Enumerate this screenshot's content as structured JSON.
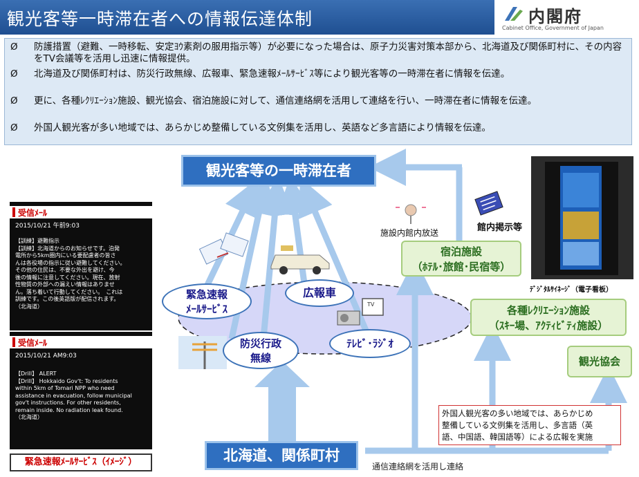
{
  "header": {
    "title": "観光客等一時滞在者への情報伝達体制",
    "logo_jp": "内閣府",
    "logo_en": "Cabinet Office, Government of Japan"
  },
  "bullets": [
    {
      "mark": "Ø",
      "text": "防護措置（避難、一時移転、安定ﾖｳ素剤の服用指示等）が必要になった場合は、原子力災害対策本部から、北海道及び関係町村に、その内容をTV会議等を活用し迅速に情報提供。"
    },
    {
      "mark": "Ø",
      "text": "北海道及び関係町村は、防災行政無線、広報車、緊急速報ﾒｰﾙｻｰﾋﾞｽ等により観光客等の一時滞在者に情報を伝達。"
    },
    {
      "mark": "Ø",
      "text": "更に、各種ﾚｸﾘｴｰｼｮﾝ施設、観光協会、宿泊施設に対して、通信連絡網を活用して連絡を行い、一時滞在者に情報を伝達。"
    },
    {
      "mark": "Ø",
      "text": "外国人観光客が多い地域では、あらかじめ整備している文例集を活用し、英語など多言語により情報を伝達。"
    }
  ],
  "diagram": {
    "target": "観光客等の一時滞在者",
    "source": "北海道、関係町村",
    "source_caption": "通信連絡網を活用し連絡",
    "channels": {
      "mail_line1": "緊急速報",
      "mail_line2": "ﾒｰﾙｻｰﾋﾞｽ",
      "car": "広報車",
      "radio_line1": "防災行政",
      "radio_line2": "無線",
      "tv": "ﾃﾚﾋﾞ･ﾗｼﾞｵ"
    },
    "facility_broadcast": "施設内館内放送",
    "bulletin": "館内掲示等",
    "lodging_line1": "宿泊施設",
    "lodging_line2": "（ﾎﾃﾙ･旅館･民宿等）",
    "signage": "ﾃﾞｼﾞﾀﾙｻｲﾈｰｼﾞ（電子看板）",
    "recreation_line1": "各種ﾚｸﾘｴｰｼｮﾝ施設",
    "recreation_line2": "（ｽｷｰ場、ｱｸﾃｨﾋﾞﾃｨ施設）",
    "tourism": "観光協会",
    "multilingual_line1": "外国人観光客の多い地域では、あらかじめ",
    "multilingual_line2": "整備している文例集を活用し、多言語（英",
    "multilingual_line3": "語、中国語、韓国語等）による広報を実施",
    "tv_label": "TV"
  },
  "sms": {
    "jp": {
      "header": "受信ﾒｰﾙ",
      "time": "2015/10/21 午前9:03",
      "lines": [
        "【訓練】避難指示",
        "【訓練】北海道からのお知らせです。泊発",
        "電所から5km圏内にいる要配慮者の皆さ",
        "んは各役場の指示に従い避難してください。",
        "その他の住民は、不要な外出を避け、今",
        "後の情報に注意してください。現在、放射",
        "性物質の外部への漏えい情報はありませ",
        "ん。落ち着いて行動してください。　これは",
        "訓練です。この後英語版が配信されます。",
        "（北海道）"
      ]
    },
    "en": {
      "header": "受信ﾒｰﾙ",
      "time": "2015/10/21 AM9:03",
      "lines": [
        "【Drill】 ALERT",
        "【Drill】 Hokkaido Gov't: To residents",
        "within 5km of Tomari NPP who need",
        "assistance in evacuation, follow municipal",
        "gov't instructions. For other residents,",
        "remain inside. No radiation leak found.",
        "（北海道）"
      ]
    },
    "caption": "緊急速報ﾒｰﾙｻｰﾋﾞｽ（ｲﾒｰｼﾞ）"
  },
  "colors": {
    "title_bg": "#2a5c9f",
    "arrow": "#a7c9ec",
    "box_green": "#e6f3d5",
    "ellipse": "#3d73b8",
    "target": "#2f6fc0"
  }
}
